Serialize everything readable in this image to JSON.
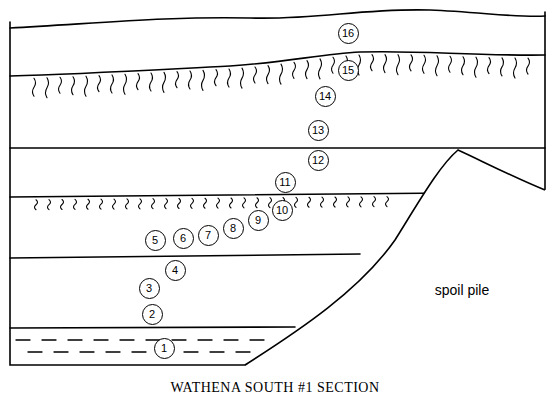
{
  "diagram": {
    "caption": "WATHENA SOUTH #1 SECTION",
    "nodes": [
      {
        "text": [
          "1"
        ]
      },
      {
        "text": [
          "2"
        ]
      },
      {
        "text": [
          "3"
        ]
      },
      {
        "text": [
          "4"
        ]
      },
      {
        "text": [
          "5"
        ]
      },
      {
        "text": [
          "6"
        ]
      },
      {
        "text": [
          "7"
        ]
      },
      {
        "text": [
          "8"
        ]
      },
      {
        "text": [
          "9"
        ]
      },
      {
        "text": [
          "10"
        ]
      },
      {
        "text": [
          "11"
        ]
      },
      {
        "text": [
          "12"
        ]
      },
      {
        "text": [
          "13"
        ]
      },
      {
        "text": [
          "14"
        ]
      },
      {
        "text": [
          "15"
        ]
      },
      {
        "text": [
          "16"
        ]
      }
    ],
    "labels": [
      "spoil pile"
    ]
  }
}
